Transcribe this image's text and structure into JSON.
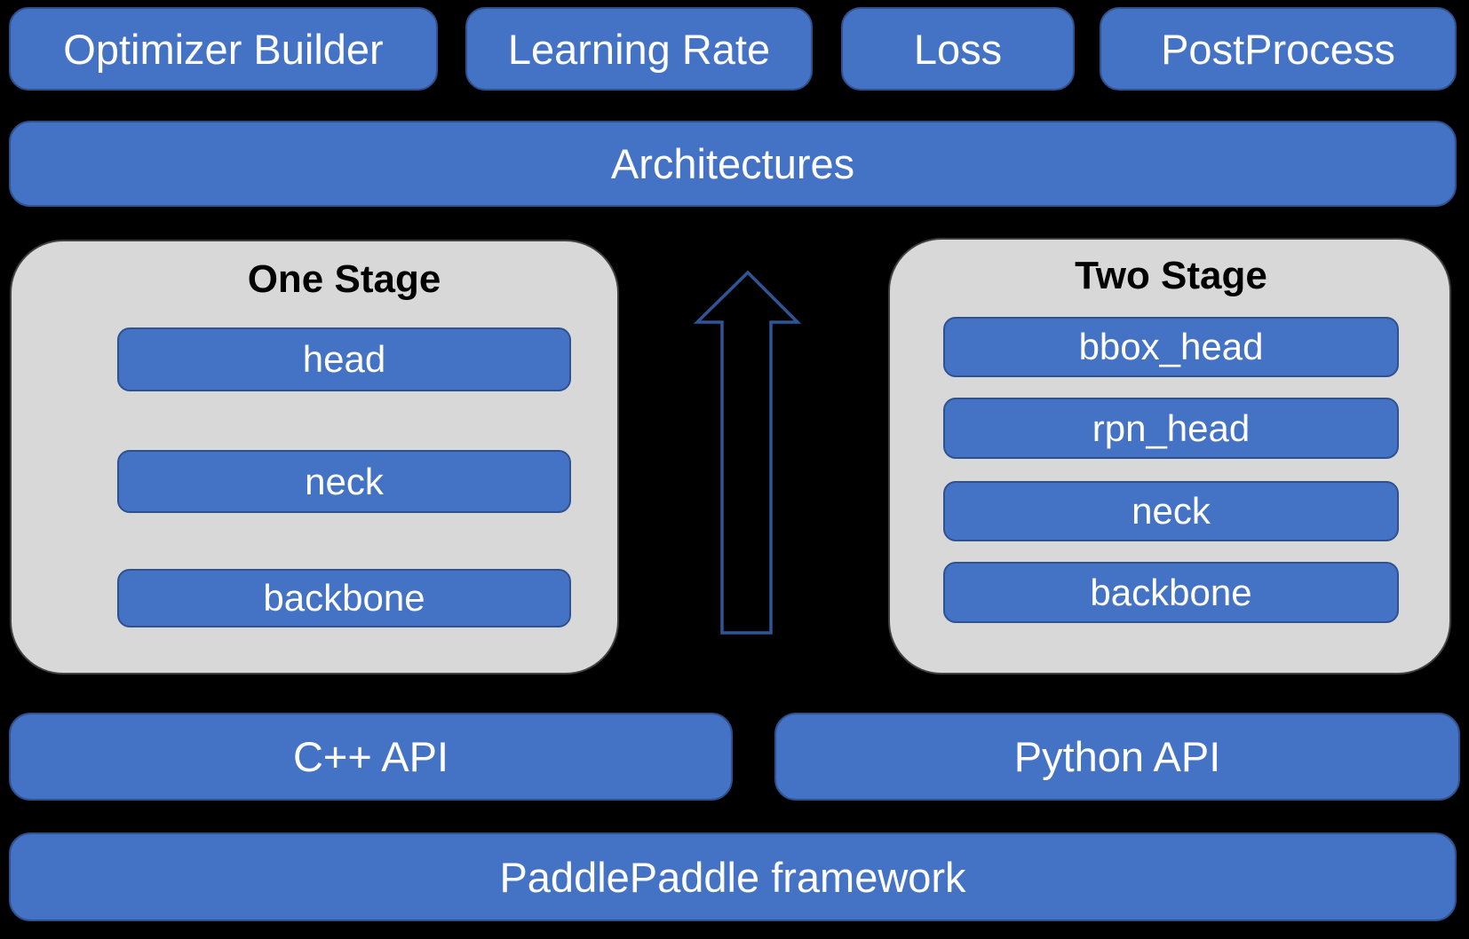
{
  "colors": {
    "background": "#000000",
    "box_fill": "#4472C4",
    "box_border": "#2F528F",
    "box_text": "#FFFFFF",
    "panel_fill": "#D8D8D8",
    "panel_title_text": "#000000",
    "arrow_stroke": "#2F5597"
  },
  "top_row": [
    {
      "label": "Optimizer Builder"
    },
    {
      "label": "Learning Rate"
    },
    {
      "label": "Loss"
    },
    {
      "label": "PostProcess"
    }
  ],
  "architectures": {
    "label": "Architectures"
  },
  "one_stage": {
    "title": "One Stage",
    "layers": [
      "head",
      "neck",
      "backbone"
    ]
  },
  "two_stage": {
    "title": "Two Stage",
    "layers": [
      "bbox_head",
      "rpn_head",
      "neck",
      "backbone"
    ]
  },
  "api_row": [
    {
      "label": "C++ API"
    },
    {
      "label": "Python API"
    }
  ],
  "framework": {
    "label": "PaddlePaddle framework"
  }
}
